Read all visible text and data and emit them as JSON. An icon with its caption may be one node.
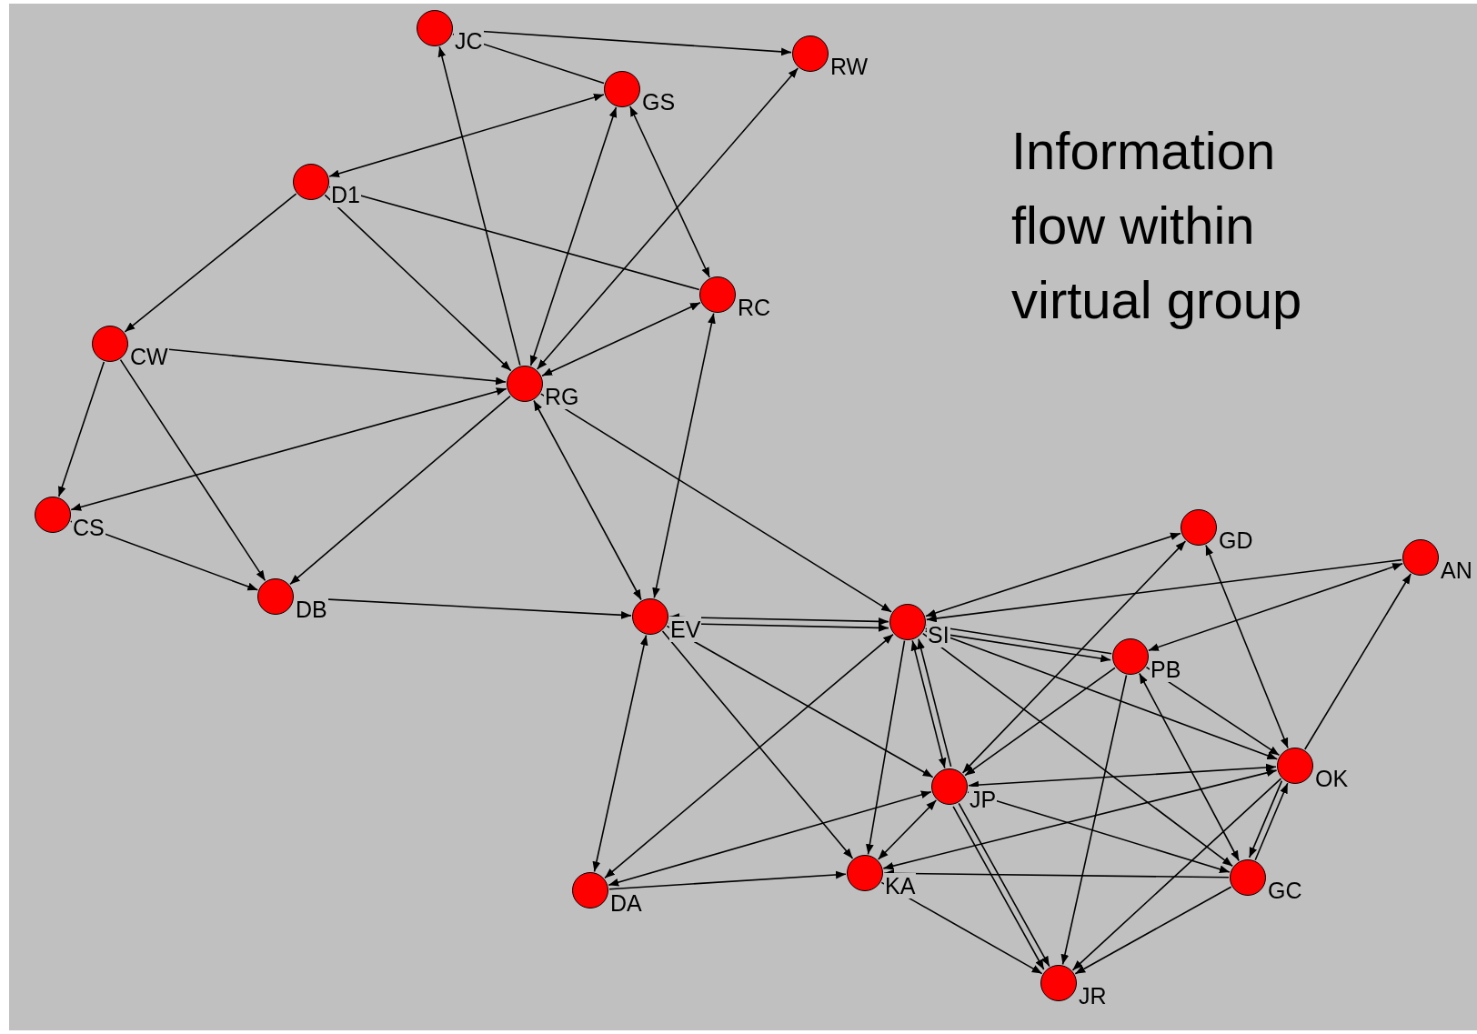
{
  "diagram": {
    "title": "Information flow within virtual group",
    "nodes": [
      {
        "text": [
          "JC"
        ]
      },
      {
        "text": [
          "RW"
        ]
      },
      {
        "text": [
          "GS"
        ]
      },
      {
        "text": [
          "D1"
        ]
      },
      {
        "text": [
          "RC"
        ]
      },
      {
        "text": [
          "CW"
        ]
      },
      {
        "text": [
          "RG"
        ]
      },
      {
        "text": [
          "CS"
        ]
      },
      {
        "text": [
          "DB"
        ]
      },
      {
        "text": [
          "EV"
        ]
      },
      {
        "text": [
          "SI"
        ]
      },
      {
        "text": [
          "GD"
        ]
      },
      {
        "text": [
          "AN"
        ]
      },
      {
        "text": [
          "PB"
        ]
      },
      {
        "text": [
          "OK"
        ]
      },
      {
        "text": [
          "JP"
        ]
      },
      {
        "text": [
          "DA"
        ]
      },
      {
        "text": [
          "KA"
        ]
      },
      {
        "text": [
          "GC"
        ]
      },
      {
        "text": [
          "JR"
        ]
      }
    ],
    "edges": [
      {
        "from": 0,
        "to": 1,
        "arrow": "to"
      },
      {
        "from": 2,
        "to": 0,
        "arrow": "to"
      },
      {
        "from": 6,
        "to": 0,
        "arrow": "to"
      },
      {
        "from": 3,
        "to": 2,
        "arrow": "both"
      },
      {
        "from": 6,
        "to": 2,
        "arrow": "both"
      },
      {
        "from": 2,
        "to": 4,
        "arrow": "both"
      },
      {
        "from": 6,
        "to": 1,
        "arrow": "both"
      },
      {
        "from": 4,
        "to": 3,
        "arrow": "to"
      },
      {
        "from": 3,
        "to": 6,
        "arrow": "to"
      },
      {
        "from": 3,
        "to": 5,
        "arrow": "to"
      },
      {
        "from": 6,
        "to": 4,
        "arrow": "both"
      },
      {
        "from": 5,
        "to": 6,
        "arrow": "to"
      },
      {
        "from": 6,
        "to": 7,
        "arrow": "both"
      },
      {
        "from": 5,
        "to": 7,
        "arrow": "to"
      },
      {
        "from": 5,
        "to": 8,
        "arrow": "to"
      },
      {
        "from": 6,
        "to": 8,
        "arrow": "to"
      },
      {
        "from": 7,
        "to": 8,
        "arrow": "to"
      },
      {
        "from": 6,
        "to": 9,
        "arrow": "both"
      },
      {
        "from": 4,
        "to": 9,
        "arrow": "both"
      },
      {
        "from": 6,
        "to": 10,
        "arrow": "to"
      },
      {
        "from": 8,
        "to": 9,
        "arrow": "to"
      },
      {
        "from": 9,
        "to": 10,
        "arrow": "both"
      },
      {
        "from": 9,
        "to": 10,
        "arrow": "to"
      },
      {
        "from": 9,
        "to": 16,
        "arrow": "both"
      },
      {
        "from": 9,
        "to": 15,
        "arrow": "to"
      },
      {
        "from": 9,
        "to": 17,
        "arrow": "to"
      },
      {
        "from": 10,
        "to": 16,
        "arrow": "both"
      },
      {
        "from": 10,
        "to": 17,
        "arrow": "to"
      },
      {
        "from": 10,
        "to": 15,
        "arrow": "both"
      },
      {
        "from": 15,
        "to": 10,
        "arrow": "to"
      },
      {
        "from": 10,
        "to": 11,
        "arrow": "both"
      },
      {
        "from": 12,
        "to": 10,
        "arrow": "to"
      },
      {
        "from": 13,
        "to": 12,
        "arrow": "both"
      },
      {
        "from": 13,
        "to": 10,
        "arrow": "to"
      },
      {
        "from": 10,
        "to": 13,
        "arrow": "to"
      },
      {
        "from": 10,
        "to": 14,
        "arrow": "to"
      },
      {
        "from": 10,
        "to": 18,
        "arrow": "to"
      },
      {
        "from": 15,
        "to": 11,
        "arrow": "both"
      },
      {
        "from": 13,
        "to": 15,
        "arrow": "to"
      },
      {
        "from": 15,
        "to": 14,
        "arrow": "both"
      },
      {
        "from": 13,
        "to": 14,
        "arrow": "to"
      },
      {
        "from": 11,
        "to": 14,
        "arrow": "both"
      },
      {
        "from": 14,
        "to": 12,
        "arrow": "to"
      },
      {
        "from": 13,
        "to": 19,
        "arrow": "to"
      },
      {
        "from": 18,
        "to": 13,
        "arrow": "both"
      },
      {
        "from": 18,
        "to": 14,
        "arrow": "to"
      },
      {
        "from": 14,
        "to": 18,
        "arrow": "to"
      },
      {
        "from": 17,
        "to": 14,
        "arrow": "both"
      },
      {
        "from": 14,
        "to": 19,
        "arrow": "to"
      },
      {
        "from": 18,
        "to": 19,
        "arrow": "to"
      },
      {
        "from": 15,
        "to": 18,
        "arrow": "to"
      },
      {
        "from": 18,
        "to": 17,
        "arrow": "to"
      },
      {
        "from": 15,
        "to": 19,
        "arrow": "to"
      },
      {
        "from": 15,
        "to": 19,
        "arrow": "to"
      },
      {
        "from": 17,
        "to": 19,
        "arrow": "to"
      },
      {
        "from": 16,
        "to": 15,
        "arrow": "both"
      },
      {
        "from": 16,
        "to": 17,
        "arrow": "to"
      },
      {
        "from": 17,
        "to": 15,
        "arrow": "both"
      }
    ]
  }
}
